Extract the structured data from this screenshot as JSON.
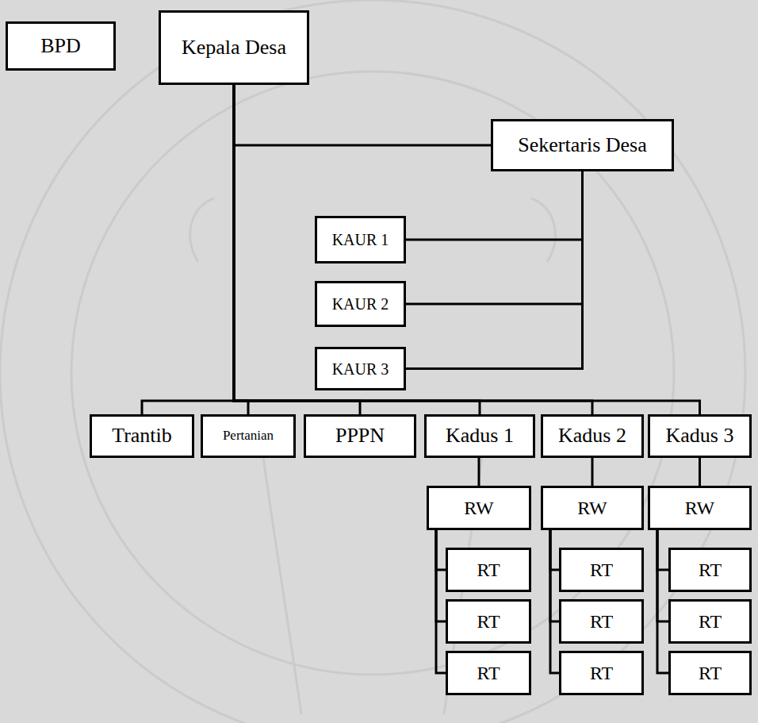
{
  "diagram": {
    "nodes": [
      {
        "text": [
          "BPD"
        ]
      },
      {
        "text": [
          "Kepala Desa"
        ]
      },
      {
        "text": [
          "Sekertaris Desa"
        ]
      },
      {
        "text": [
          "KAUR 1"
        ]
      },
      {
        "text": [
          "KAUR 2"
        ]
      },
      {
        "text": [
          "KAUR 3"
        ]
      },
      {
        "text": [
          "Trantib"
        ]
      },
      {
        "text": [
          "Pertanian"
        ]
      },
      {
        "text": [
          "PPPN"
        ]
      },
      {
        "text": [
          "Kadus 1"
        ]
      },
      {
        "text": [
          "Kadus 2"
        ]
      },
      {
        "text": [
          "Kadus 3"
        ]
      },
      {
        "text": [
          "RW"
        ]
      },
      {
        "text": [
          "RW"
        ]
      },
      {
        "text": [
          "RW"
        ]
      },
      {
        "text": [
          "RT"
        ]
      },
      {
        "text": [
          "RT"
        ]
      },
      {
        "text": [
          "RT"
        ]
      },
      {
        "text": [
          "RT"
        ]
      },
      {
        "text": [
          "RT"
        ]
      },
      {
        "text": [
          "RT"
        ]
      },
      {
        "text": [
          "RT"
        ]
      },
      {
        "text": [
          "RT"
        ]
      },
      {
        "text": [
          "RT"
        ]
      }
    ],
    "edges": [
      {
        "from": 1,
        "to": 2,
        "arrow": "none"
      },
      {
        "from": 2,
        "to": 3,
        "arrow": "none"
      },
      {
        "from": 2,
        "to": 4,
        "arrow": "none"
      },
      {
        "from": 2,
        "to": 5,
        "arrow": "none"
      },
      {
        "from": 1,
        "to": 6,
        "arrow": "none"
      },
      {
        "from": 1,
        "to": 7,
        "arrow": "none"
      },
      {
        "from": 1,
        "to": 8,
        "arrow": "none"
      },
      {
        "from": 1,
        "to": 9,
        "arrow": "none"
      },
      {
        "from": 1,
        "to": 10,
        "arrow": "none"
      },
      {
        "from": 1,
        "to": 11,
        "arrow": "none"
      },
      {
        "from": 9,
        "to": 12,
        "arrow": "none"
      },
      {
        "from": 10,
        "to": 13,
        "arrow": "none"
      },
      {
        "from": 11,
        "to": 14,
        "arrow": "none"
      },
      {
        "from": 12,
        "to": 15,
        "arrow": "none"
      },
      {
        "from": 12,
        "to": 16,
        "arrow": "none"
      },
      {
        "from": 12,
        "to": 17,
        "arrow": "none"
      },
      {
        "from": 13,
        "to": 18,
        "arrow": "none"
      },
      {
        "from": 13,
        "to": 19,
        "arrow": "none"
      },
      {
        "from": 13,
        "to": 20,
        "arrow": "none"
      },
      {
        "from": 14,
        "to": 21,
        "arrow": "none"
      },
      {
        "from": 14,
        "to": 22,
        "arrow": "none"
      },
      {
        "from": 14,
        "to": 23,
        "arrow": "none"
      }
    ]
  }
}
